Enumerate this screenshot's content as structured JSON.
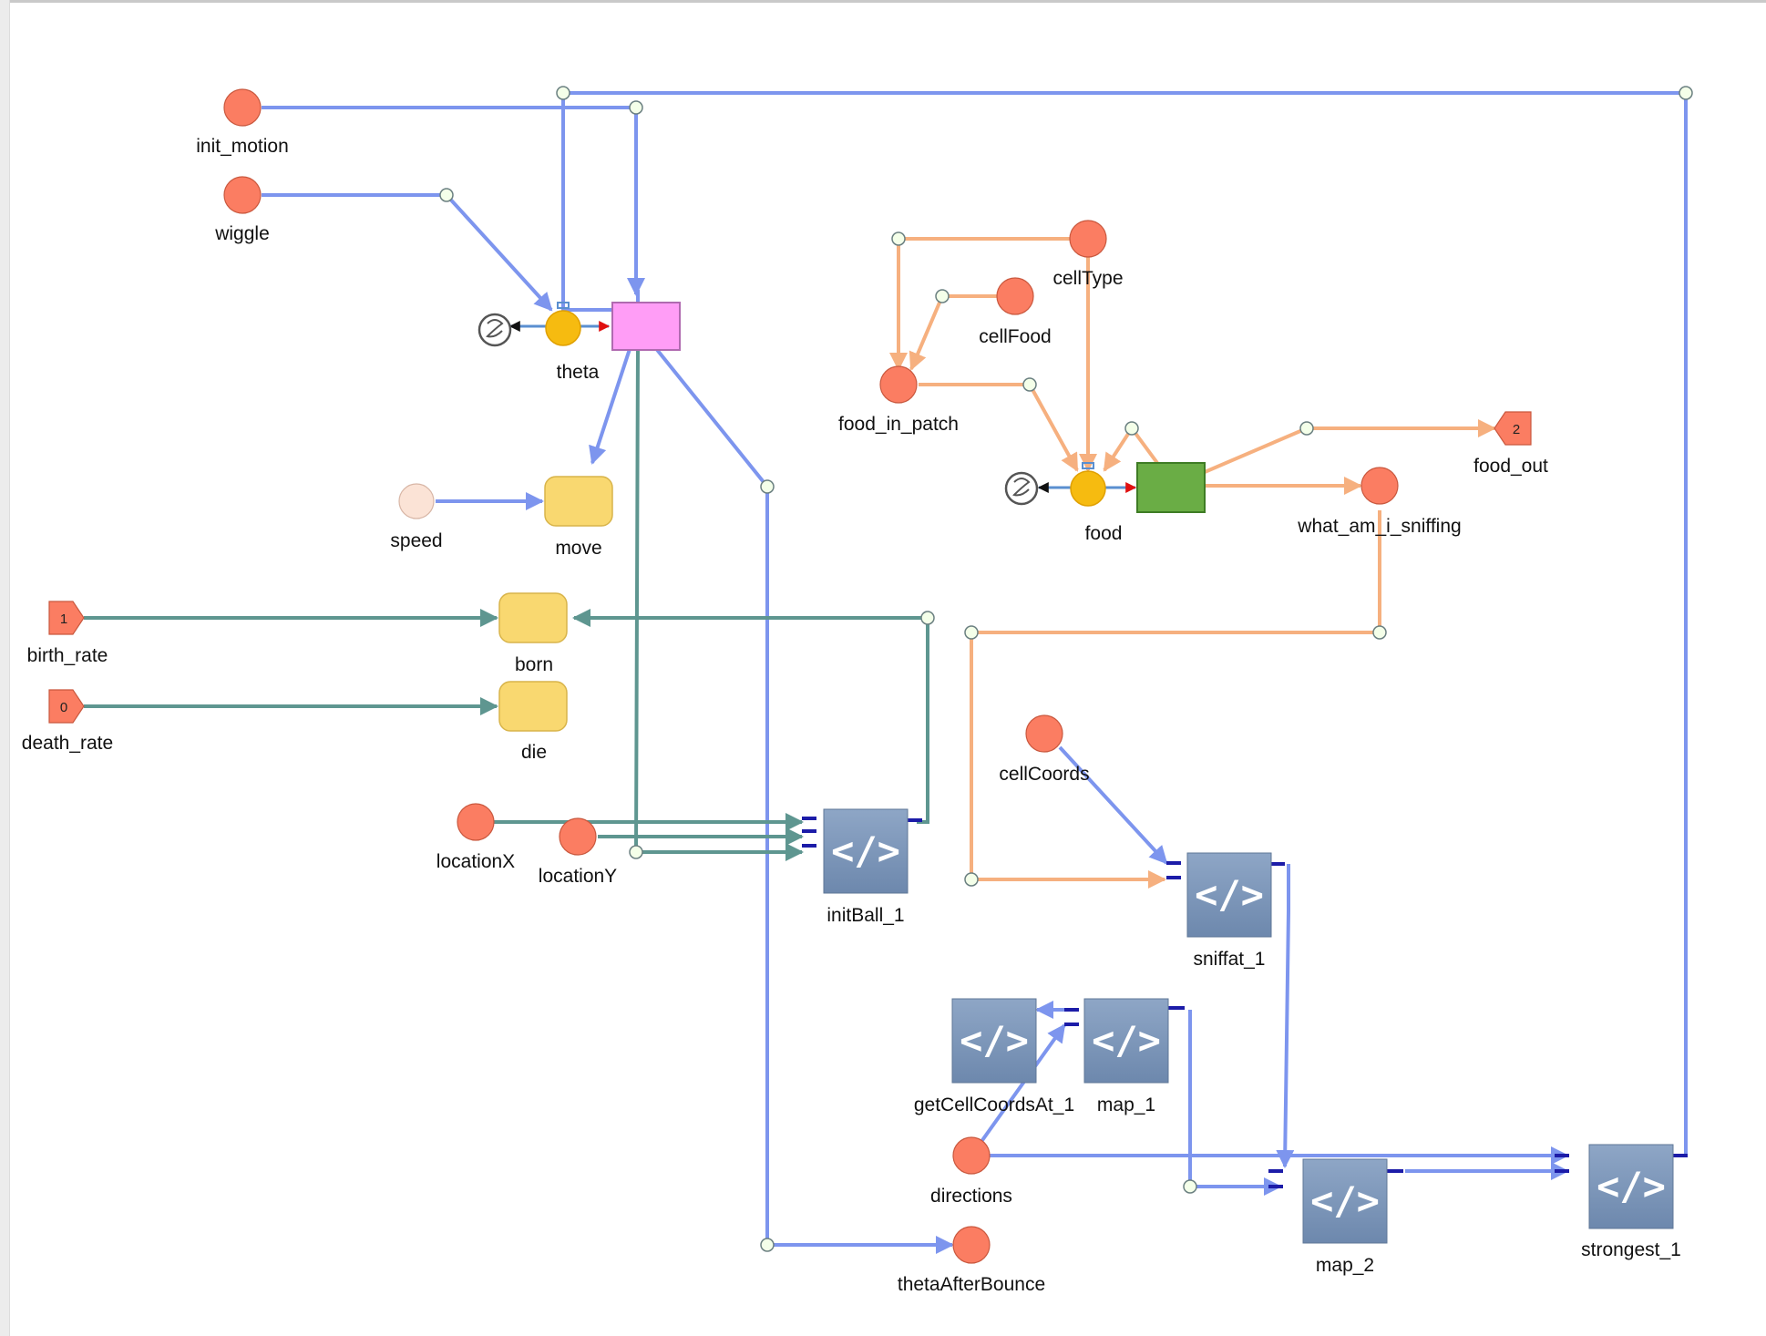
{
  "nodes": {
    "init_motion": "init_motion",
    "wiggle": "wiggle",
    "theta": "theta",
    "speed": "speed",
    "move": "move",
    "birth_rate": "birth_rate",
    "birth_rate_value": "1",
    "born": "born",
    "death_rate": "death_rate",
    "death_rate_value": "0",
    "die": "die",
    "locationX": "locationX",
    "locationY": "locationY",
    "initBall_1": "initBall_1",
    "cellType": "cellType",
    "cellFood": "cellFood",
    "food_in_patch": "food_in_patch",
    "food": "food",
    "food_out": "food_out",
    "food_out_value": "2",
    "what_am_i_sniffing": "what_am_i_sniffing",
    "cellCoords": "cellCoords",
    "sniffat_1": "sniffat_1",
    "getCellCoordsAt_1": "getCellCoordsAt_1",
    "map_1": "map_1",
    "directions": "directions",
    "map_2": "map_2",
    "strongest_1": "strongest_1",
    "thetaAfterBounce": "thetaAfterBounce"
  },
  "code_symbol": "</>",
  "colors": {
    "blue_link": "#7d95ee",
    "teal_link": "#5e9690",
    "orange_link": "#f6b07f",
    "variable": "#fb7d62",
    "converter": "#f9d870",
    "stock_theta": "#ff9df6",
    "stock_food": "#6aad45",
    "flow_valve": "#f6bb10",
    "code_block": "#7b95b8"
  }
}
